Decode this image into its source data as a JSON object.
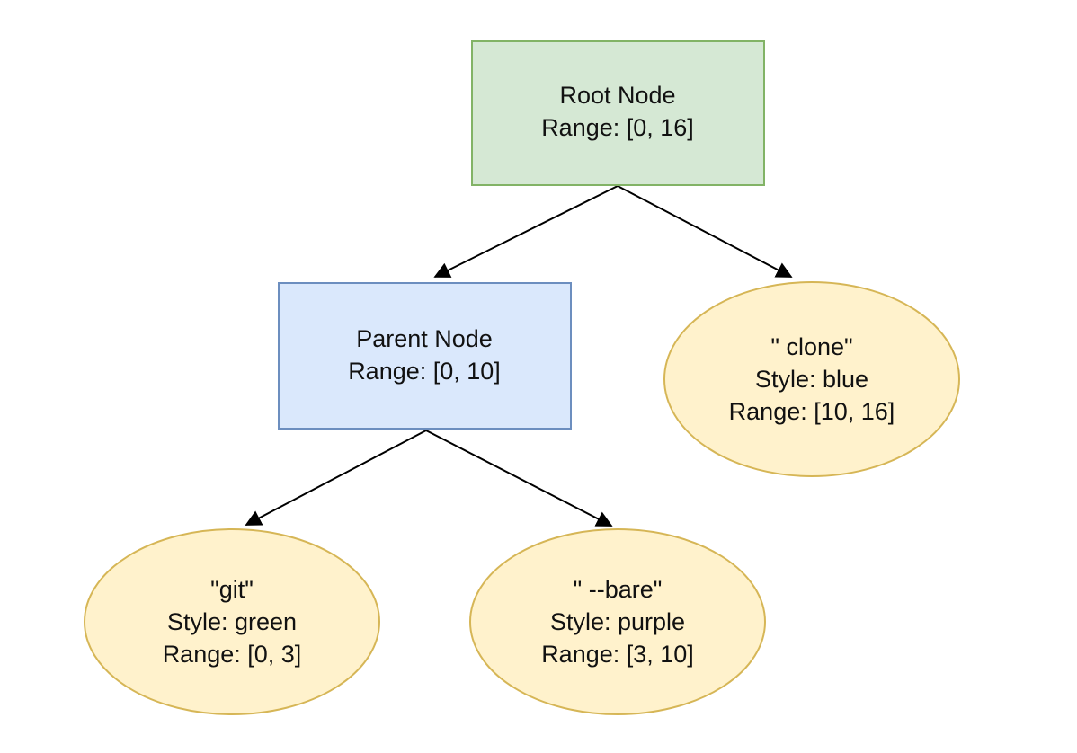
{
  "diagram": {
    "type": "tree",
    "background_color": "#ffffff",
    "edge_color": "#000000",
    "nodes": {
      "root": {
        "shape": "rectangle",
        "fill": "#d5e8d4",
        "stroke": "#82b366",
        "lines": [
          "Root Node",
          "Range: [0, 16]"
        ]
      },
      "parent": {
        "shape": "rectangle",
        "fill": "#dae8fc",
        "stroke": "#6c8ebf",
        "lines": [
          "Parent Node",
          "Range: [0, 10]"
        ]
      },
      "clone": {
        "shape": "ellipse",
        "fill": "#fff2cc",
        "stroke": "#d6b656",
        "lines": [
          "\" clone\"",
          "Style: blue",
          "Range: [10, 16]"
        ]
      },
      "git": {
        "shape": "ellipse",
        "fill": "#fff2cc",
        "stroke": "#d6b656",
        "lines": [
          "\"git\"",
          "Style: green",
          "Range: [0, 3]"
        ]
      },
      "bare": {
        "shape": "ellipse",
        "fill": "#fff2cc",
        "stroke": "#d6b656",
        "lines": [
          "\" --bare\"",
          "Style: purple",
          "Range: [3, 10]"
        ]
      }
    },
    "edges": [
      {
        "from": "root",
        "to": "parent"
      },
      {
        "from": "root",
        "to": "clone"
      },
      {
        "from": "parent",
        "to": "git"
      },
      {
        "from": "parent",
        "to": "bare"
      }
    ]
  }
}
